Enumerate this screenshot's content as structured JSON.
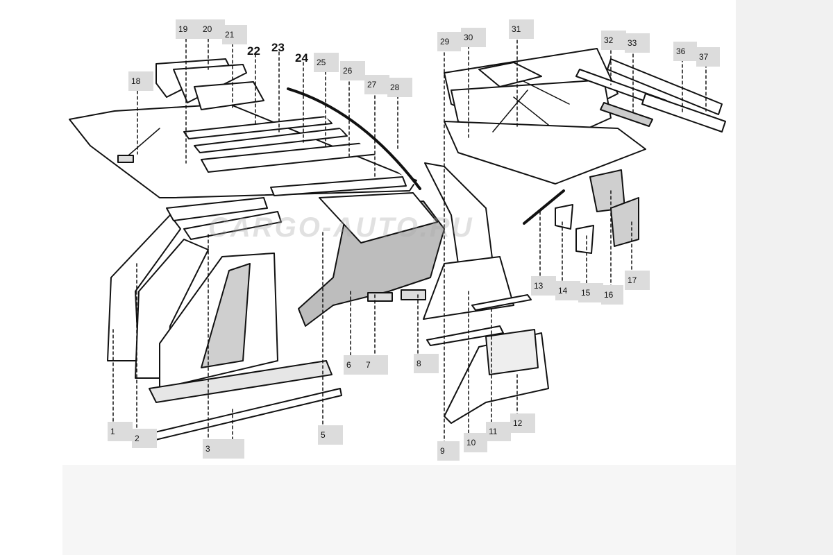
{
  "diagram": {
    "watermark": "CARGO-AUTO.RU",
    "callouts": [
      "1",
      "2",
      "3",
      "5",
      "6",
      "7",
      "8",
      "9",
      "10",
      "11",
      "12",
      "13",
      "14",
      "15",
      "16",
      "17",
      "18",
      "19",
      "20",
      "21",
      "22",
      "23",
      "24",
      "25",
      "26",
      "27",
      "28",
      "29",
      "30",
      "31",
      "32",
      "33",
      "36",
      "37"
    ]
  }
}
